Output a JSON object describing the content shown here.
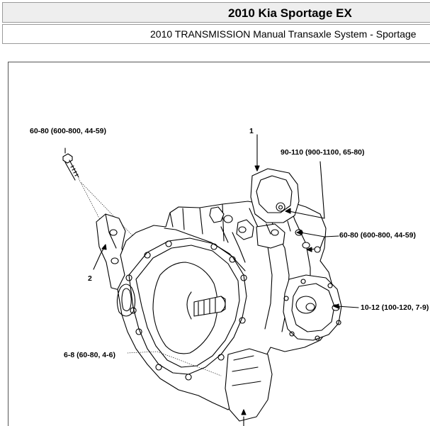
{
  "header": {
    "title": "2010 Kia Sportage EX",
    "subtitle": "2010 TRANSMISSION Manual Transaxle System - Sportage"
  },
  "figure": {
    "callouts": {
      "item_1": "1",
      "item_2": "2",
      "torque_top_left_bolt": "60-80 (600-800, 44-59)",
      "torque_mount_nut": "90-110 (900-1100, 65-80)",
      "torque_mount_bolts": "60-80 (600-800, 44-59)",
      "torque_right_bolt": "10-12 (100-120, 7-9)",
      "torque_lower_left": "6-8 (60-80, 4-6)"
    }
  }
}
